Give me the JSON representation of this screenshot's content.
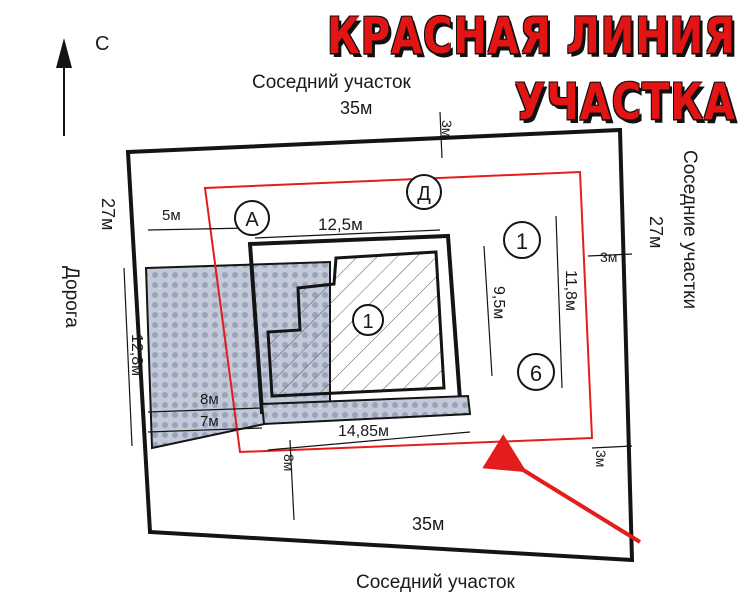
{
  "title": {
    "line1": "КРАСНАЯ ЛИНИЯ",
    "line2": "УЧАСТКА"
  },
  "compass": "С",
  "labels": {
    "neighbor_top": "Соседний участок",
    "neighbor_bottom": "Соседний участок",
    "neighbor_right": "Соседние участки",
    "road": "Дорога"
  },
  "dims": {
    "top_width": "35м",
    "bottom_width": "35м",
    "left_depth": "27м",
    "right_depth": "27м",
    "setback_top": "3м",
    "setback_right": "3м",
    "setback_bottom": "3м",
    "setback_left": "5м",
    "house_width_top": "12,5м",
    "house_width_bottom": "14,85м",
    "house_depth_inner": "9,5м",
    "house_depth_outer": "11,8м",
    "road_width": "12,8м",
    "gap_8": "8м",
    "gap_7": "7м",
    "bottom_8": "8м"
  },
  "markers": {
    "axis_a": "А",
    "axis_d": "Д",
    "axis_1": "1",
    "axis_6": "6",
    "building": "1"
  },
  "colors": {
    "red_line": "#e31c1c",
    "ink": "#141414",
    "paving": "#aeb6c8"
  }
}
